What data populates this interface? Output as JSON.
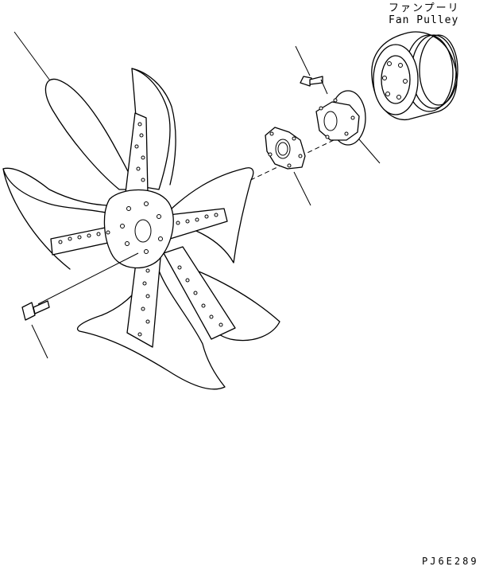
{
  "labels": {
    "fan_pulley_jp": "ファンプーリ",
    "fan_pulley_en": "Fan Pulley",
    "drawing_code": "PJ6E289"
  },
  "parts": [
    {
      "id": "fan",
      "icon": "fan-blade-icon"
    },
    {
      "id": "fan-mount-bolt",
      "icon": "bolt-icon"
    },
    {
      "id": "spacer",
      "icon": "spacer-icon"
    },
    {
      "id": "hub-bolt",
      "icon": "bolt-icon"
    },
    {
      "id": "hub",
      "icon": "hub-icon"
    },
    {
      "id": "fan-pulley",
      "icon": "pulley-icon"
    }
  ],
  "colors": {
    "line": "#000000",
    "background": "#ffffff"
  }
}
